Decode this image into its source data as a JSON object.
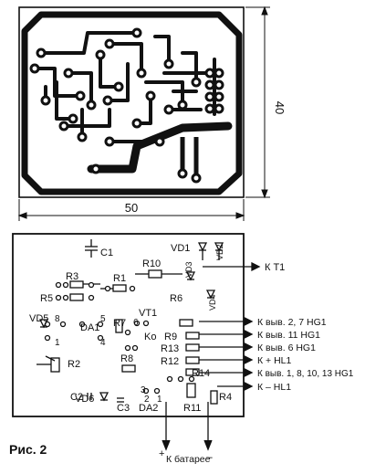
{
  "pcb": {
    "dim_width": "50",
    "dim_height": "40"
  },
  "components": {
    "c1": "C1",
    "r3": "R3",
    "r1": "R1",
    "r10": "R10",
    "vd1": "VD1",
    "vd2": "VD2",
    "vd3": "VD3",
    "vd4": "VD4",
    "r5": "R5",
    "vd5": "VD5",
    "da1": "DA1",
    "vt1": "VT1",
    "r6": "R6",
    "r7": "R7",
    "ko": "Ko",
    "r2": "R2",
    "r8": "R8",
    "r9": "R9",
    "r13": "R13",
    "r12": "R12",
    "r14": "R14",
    "c2": "C2",
    "vd6": "VD6",
    "c3": "C3",
    "da2": "DA2",
    "r11": "R11",
    "r4": "R4"
  },
  "pins": {
    "p8": "8",
    "p5": "5",
    "p1": "1",
    "p4": "4",
    "p6": "6",
    "p3": "3",
    "p2": "2",
    "p1b": "1"
  },
  "connections": [
    "К Т1",
    "К выв. 2, 7 HG1",
    "К выв. 11 HG1",
    "К выв. 6 HG1",
    "К + HL1",
    "К выв. 1, 8, 10, 13 HG1",
    "К – HL1"
  ],
  "battery": {
    "plus": "+",
    "label": "К батарее",
    "minus": "–"
  },
  "caption": "Рис. 2"
}
